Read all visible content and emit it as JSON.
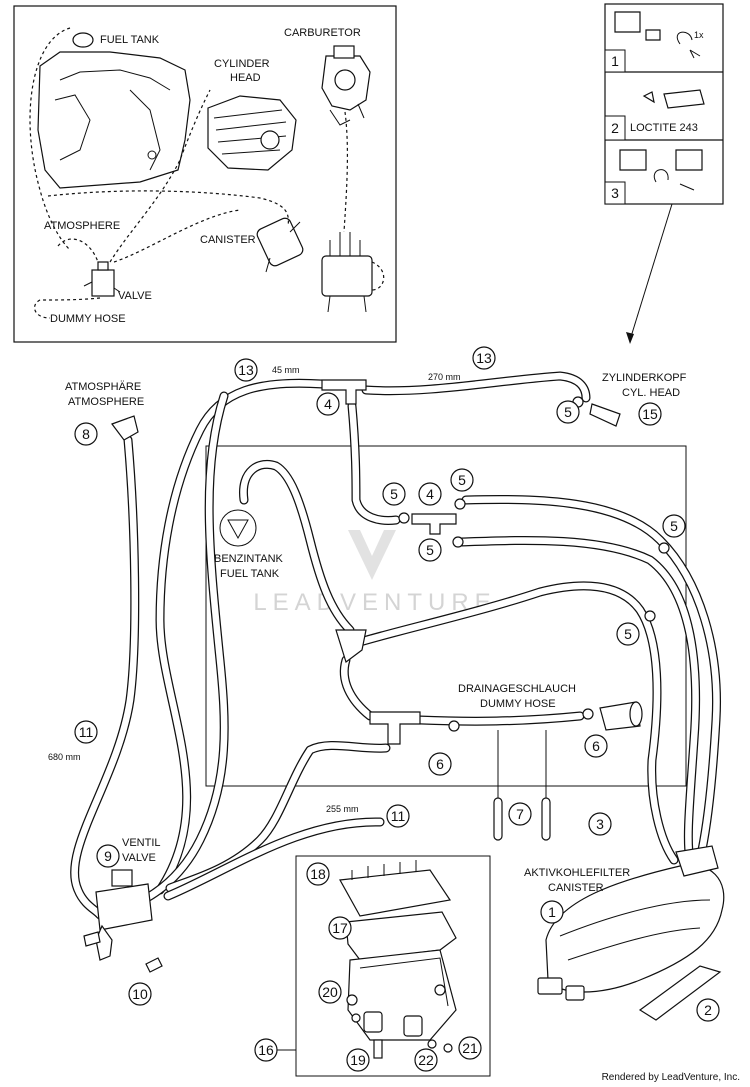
{
  "overview": {
    "fuel_tank": "FUEL TANK",
    "carburetor": "CARBURETOR",
    "cylinder_head_1": "CYLINDER",
    "cylinder_head_2": "HEAD",
    "atmosphere": "ATMOSPHERE",
    "canister": "CANISTER",
    "valve": "VALVE",
    "dummy_hose": "DUMMY HOSE"
  },
  "steps": {
    "s1": "1",
    "s1_note": "1x",
    "s2": "2",
    "s2_note": "LOCTITE 243",
    "s3": "3"
  },
  "labels": {
    "atmos_de": "ATMOSPHÄRE",
    "atmos_en": "ATMOSPHERE",
    "cylkopf_de": "ZYLINDERKOPF",
    "cylkopf_en": "CYL. HEAD",
    "benzintank_de": "BENZINTANK",
    "benzintank_en": "FUEL TANK",
    "drain_de": "DRAINAGESCHLAUCH",
    "drain_en": "DUMMY HOSE",
    "ventil_de": "VENTIL",
    "ventil_en": "VALVE",
    "aktiv_de": "AKTIVKOHLEFILTER",
    "aktiv_en": "CANISTER",
    "len_45": "45 mm",
    "len_270": "270 mm",
    "len_680": "680 mm",
    "len_255": "255 mm"
  },
  "callouts": {
    "c1": "1",
    "c2": "2",
    "c3": "3",
    "c4a": "4",
    "c4b": "4",
    "c5a": "5",
    "c5b": "5",
    "c5c": "5",
    "c5d": "5",
    "c5e": "5",
    "c5f": "5",
    "c6a": "6",
    "c6b": "6",
    "c7": "7",
    "c8": "8",
    "c9": "9",
    "c10": "10",
    "c11a": "11",
    "c11b": "11",
    "c13a": "13",
    "c13b": "13",
    "c15": "15",
    "c16": "16",
    "c17": "17",
    "c18": "18",
    "c19": "19",
    "c20": "20",
    "c21": "21",
    "c22": "22"
  },
  "watermark": "LEADVENTURE",
  "footer": "Rendered by LeadVenture, Inc."
}
